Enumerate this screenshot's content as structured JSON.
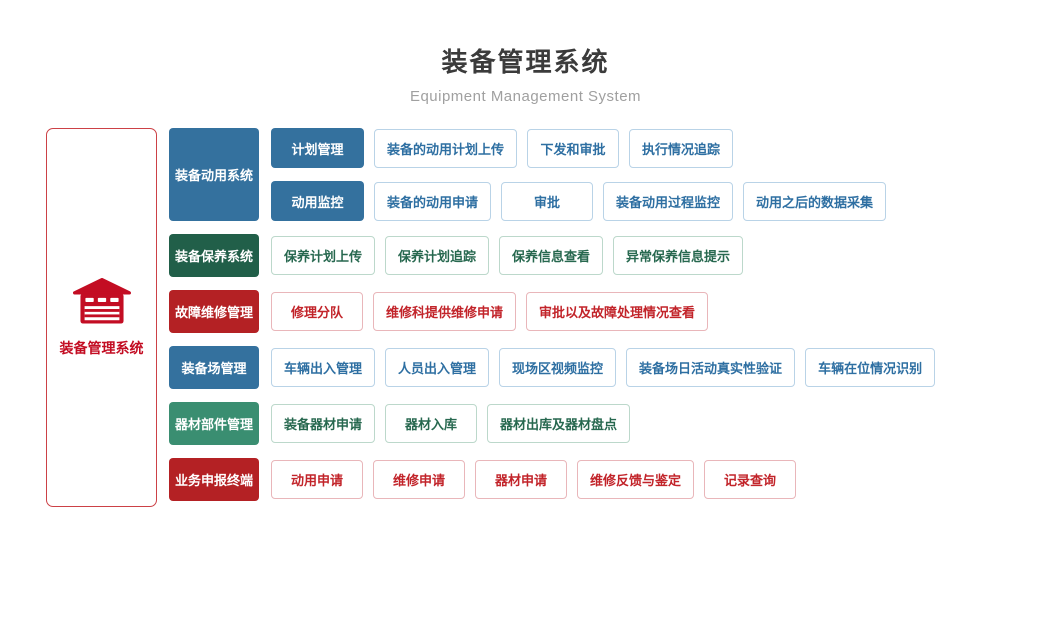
{
  "header": {
    "title": "装备管理系统",
    "subtitle": "Equipment Management System"
  },
  "root": {
    "label": "装备管理系统",
    "icon": "garage-icon"
  },
  "colors": {
    "blue": "#34719e",
    "darkGreen": "#215f49",
    "green": "#3a8e71",
    "red": "#b42124",
    "rootRed": "#c30d23",
    "rootBorder": "#cc4146",
    "blueText": "#2e6fa2",
    "blueBorder": "#b9d3e7",
    "greenText": "#27684f",
    "greenBorder": "#bcd8cb",
    "redText": "#c2242a",
    "redBorder": "#e9b6ba",
    "titleColor": "#3b3b3b",
    "subtitleColor": "#a0a0a0"
  },
  "groups": [
    {
      "label": "装备动用系统",
      "theme": "blue",
      "subgroups": [
        {
          "label": "计划管理",
          "items": [
            "装备的动用计划上传",
            "下发和审批",
            "执行情况追踪"
          ]
        },
        {
          "label": "动用监控",
          "items": [
            "装备的动用申请",
            "审批",
            "装备动用过程监控",
            "动用之后的数据采集"
          ]
        }
      ]
    },
    {
      "label": "装备保养系统",
      "theme": "dark-green",
      "items": [
        "保养计划上传",
        "保养计划追踪",
        "保养信息查看",
        "异常保养信息提示"
      ]
    },
    {
      "label": "故障维修管理",
      "theme": "red",
      "items": [
        "修理分队",
        "维修科提供维修申请",
        "审批以及故障处理情况查看"
      ]
    },
    {
      "label": "装备场管理",
      "theme": "blue",
      "items": [
        "车辆出入管理",
        "人员出入管理",
        "现场区视频监控",
        "装备场日活动真实性验证",
        "车辆在位情况识别"
      ]
    },
    {
      "label": "器材部件管理",
      "theme": "green",
      "items": [
        "装备器材申请",
        "器材入库",
        "器材出库及器材盘点"
      ]
    },
    {
      "label": "业务申报终端",
      "theme": "red",
      "items": [
        "动用申请",
        "维修申请",
        "器材申请",
        "维修反馈与鉴定",
        "记录查询"
      ]
    }
  ]
}
